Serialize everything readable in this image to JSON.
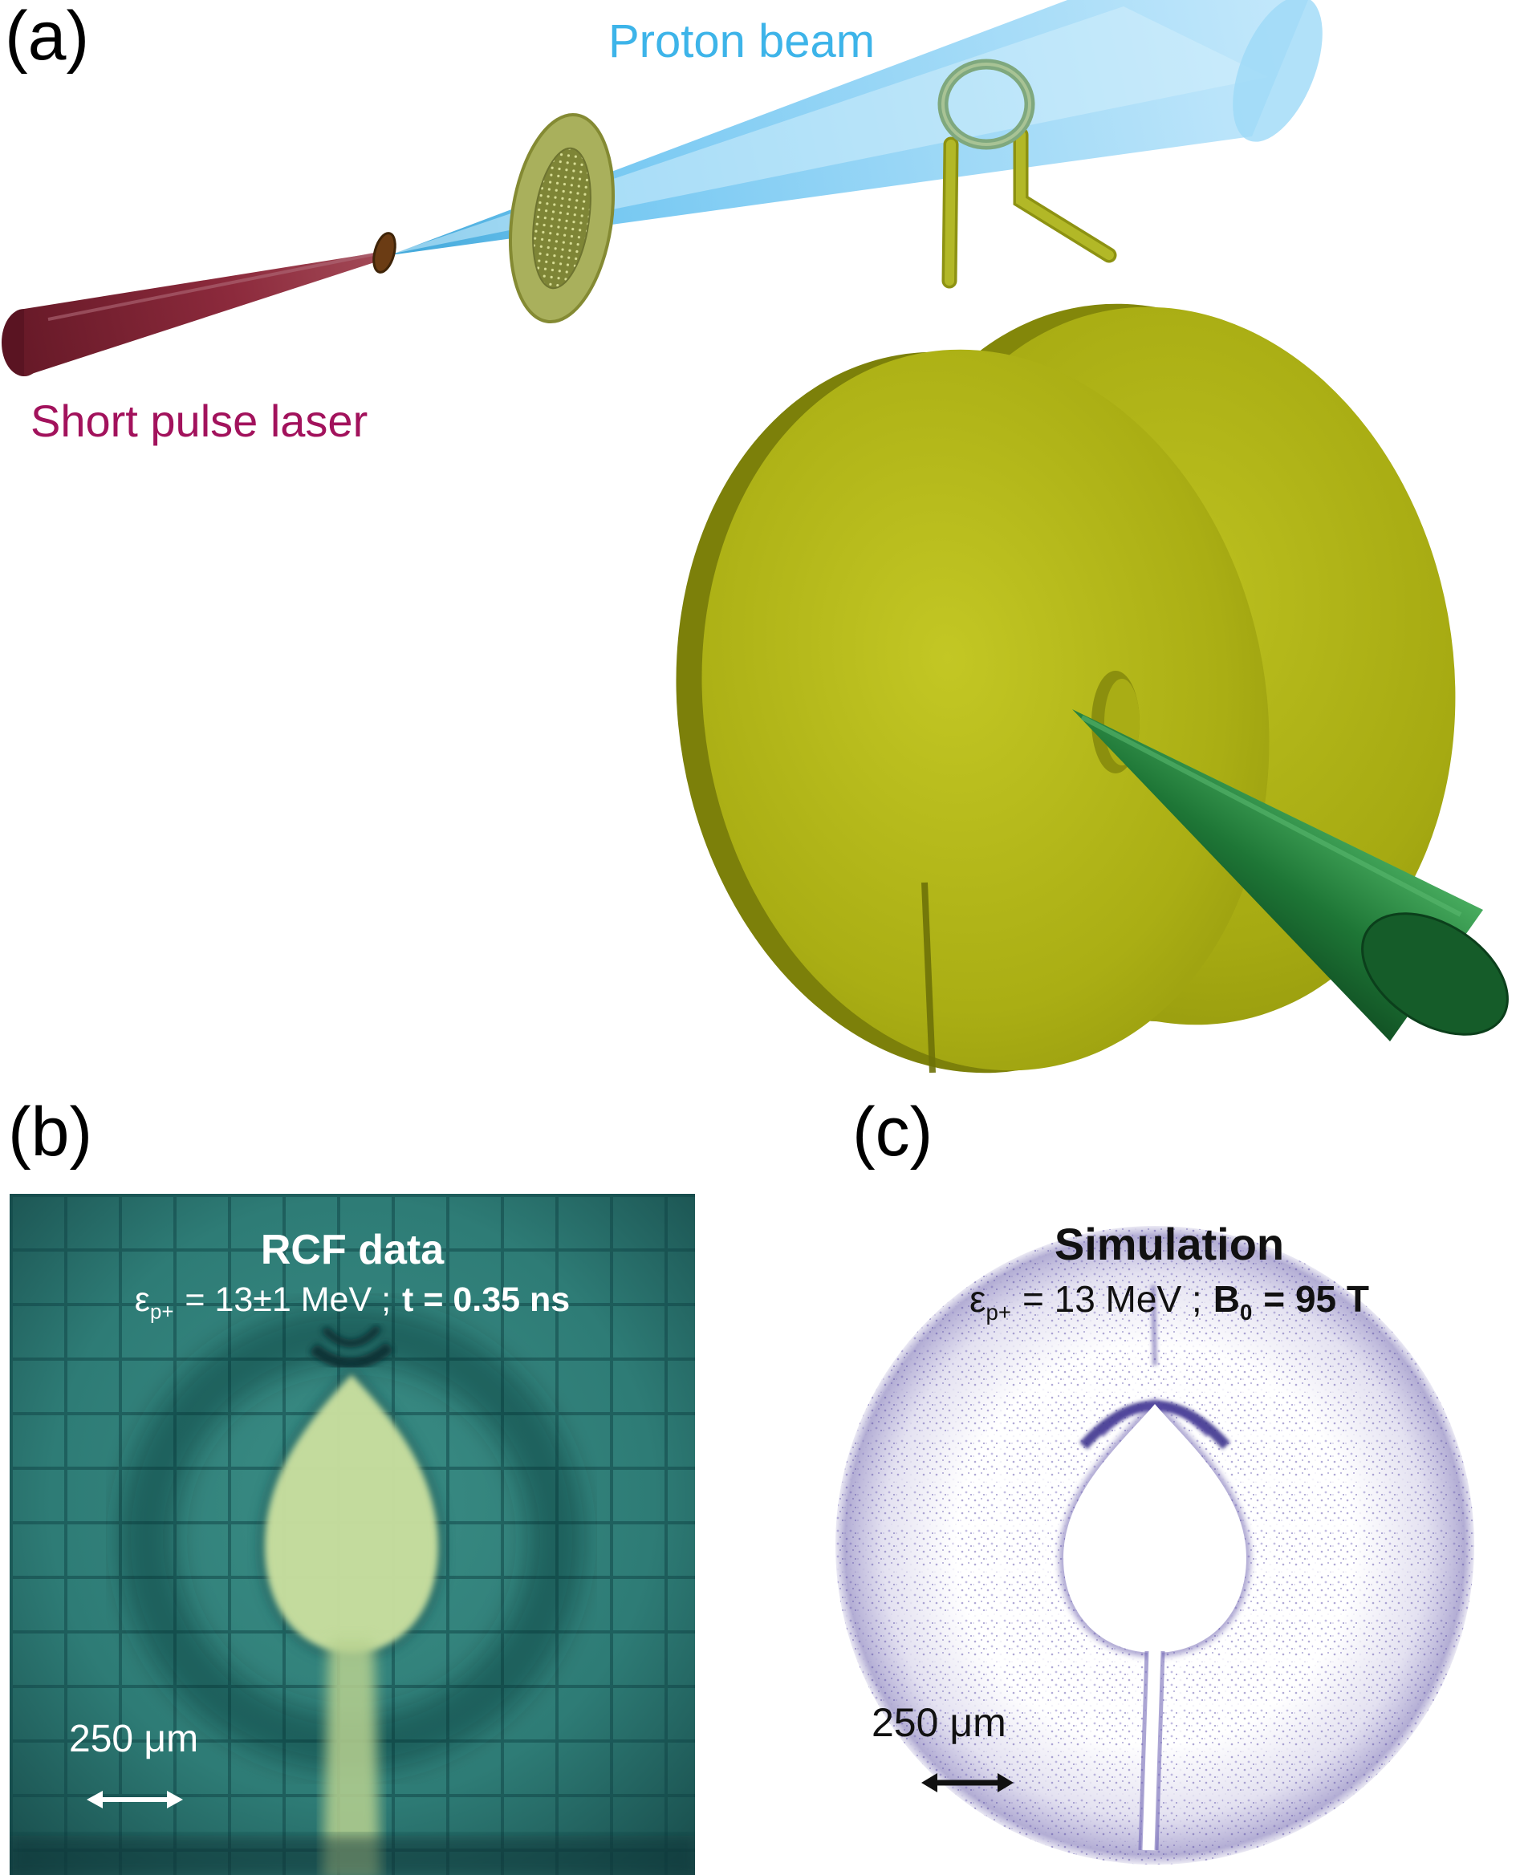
{
  "panel_a": {
    "label": "(a)",
    "proton_beam_label": "Proton beam",
    "laser_label": "Short pulse laser"
  },
  "panel_b": {
    "label": "(b)",
    "title": "RCF data",
    "eps_symbol": "ε",
    "eps_sub": "p+",
    "eps_value": "= 13±1 MeV ;",
    "time_value": "t = 0.35 ns",
    "scale_label": "250 μm"
  },
  "panel_c": {
    "label": "(c)",
    "title": "Simulation",
    "eps_symbol": "ε",
    "eps_sub": "p+",
    "eps_value": "= 13 MeV ;",
    "field_symbol": "B",
    "field_sub": "0",
    "field_value": "= 95 T",
    "scale_label": "250 μm"
  },
  "icons": {
    "scale_arrow": "double-headed-arrow"
  },
  "colors": {
    "proton_beam": "#7ccdf4",
    "proton_beam_label": "#3db4e9",
    "laser_cone": "#7c2334",
    "laser_label": "#a2125c",
    "mesh_disk": "#9aa14a",
    "coil": "#b2b827",
    "capacitor_disks": "#b1b516",
    "green_cone": "#1d7a33",
    "rcf_background": "#2e7f78",
    "rcf_text": "#ffffff",
    "simulation_speckle": "#6c5fb0",
    "simulation_text": "#111111"
  }
}
